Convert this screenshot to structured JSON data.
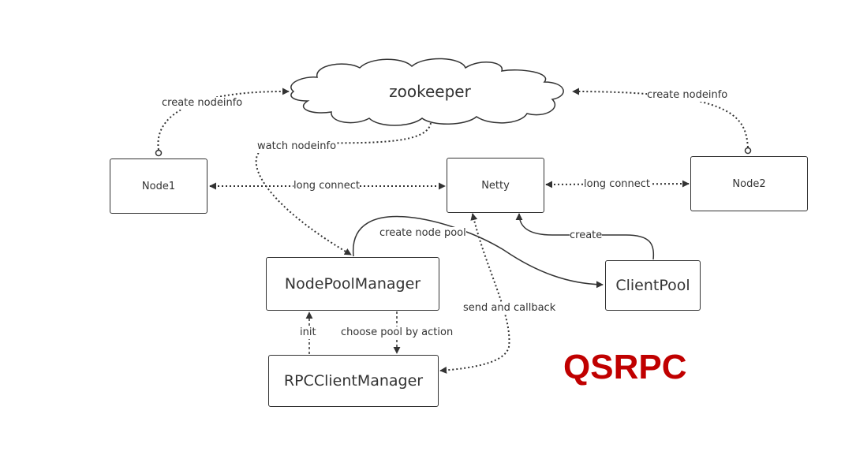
{
  "nodes": {
    "zookeeper": "zookeeper",
    "node1": "Node1",
    "netty": "Netty",
    "node2": "Node2",
    "node_pool_manager": "NodePoolManager",
    "client_pool": "ClientPool",
    "rpc_client_manager": "RPCClientManager"
  },
  "edges": {
    "node1_to_zk": "create nodeinfo",
    "node2_to_zk": "create nodeinfo",
    "zk_to_npm": "watch nodeinfo",
    "node1_netty": "long connect",
    "netty_node2": "long connect",
    "npm_to_clientpool": "create node pool",
    "clientpool_to_netty": "create",
    "netty_rcm": "send and callback",
    "rcm_to_npm": "init",
    "npm_to_rcm": "choose pool by action"
  },
  "brand": {
    "text": "QSRPC",
    "color": "#c00000"
  },
  "colors": {
    "stroke": "#333333",
    "background": "#ffffff"
  }
}
